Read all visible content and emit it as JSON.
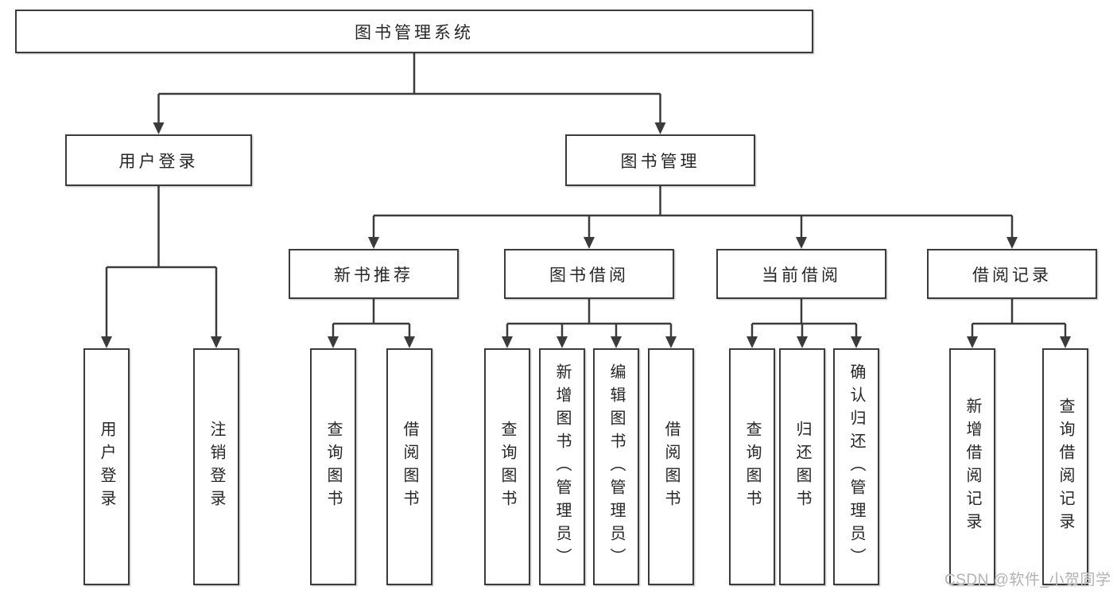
{
  "diagram": {
    "root": "图书管理系统",
    "branches": {
      "user_login": {
        "label": "用户登录",
        "children": [
          "用户登录",
          "注销登录"
        ]
      },
      "book_mgmt": {
        "label": "图书管理",
        "sections": {
          "new_books": {
            "label": "新书推荐",
            "children": [
              "查询图书",
              "借阅图书"
            ]
          },
          "book_borrow": {
            "label": "图书借阅",
            "children": [
              "查询图书",
              "新增图书（管理员）",
              "编辑图书（管理员）",
              "借阅图书"
            ]
          },
          "current_borrow": {
            "label": "当前借阅",
            "children": [
              "查询图书",
              "归还图书",
              "确认归还（管理员）"
            ]
          },
          "borrow_records": {
            "label": "借阅记录",
            "children": [
              "新增借阅记录",
              "查询借阅记录"
            ]
          }
        }
      }
    }
  },
  "watermark": "CSDN @软件_小贺同学",
  "colors": {
    "line": "#3b3b3b",
    "text": "#262626",
    "box_bg": "#ffffff",
    "watermark": "#b2b2b2"
  }
}
